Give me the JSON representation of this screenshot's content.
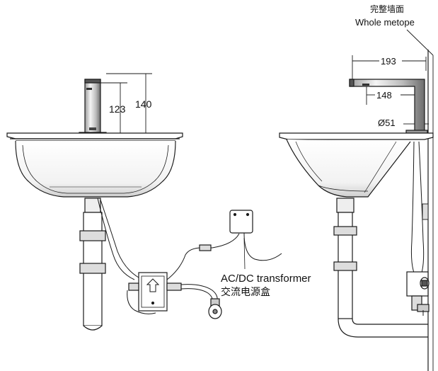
{
  "labels": {
    "wall_cn": "完整墙面",
    "wall_en": "Whole metope",
    "dim_193": "193",
    "dim_148": "148",
    "dim_51": "Ø51",
    "dim_123": "123",
    "dim_140": "140",
    "transformer_en": "AC/DC transformer",
    "transformer_cn": "交流电源盒"
  },
  "colors": {
    "line": "#1a1a1a",
    "shade": "#cfcfcf",
    "dark": "#555555"
  }
}
